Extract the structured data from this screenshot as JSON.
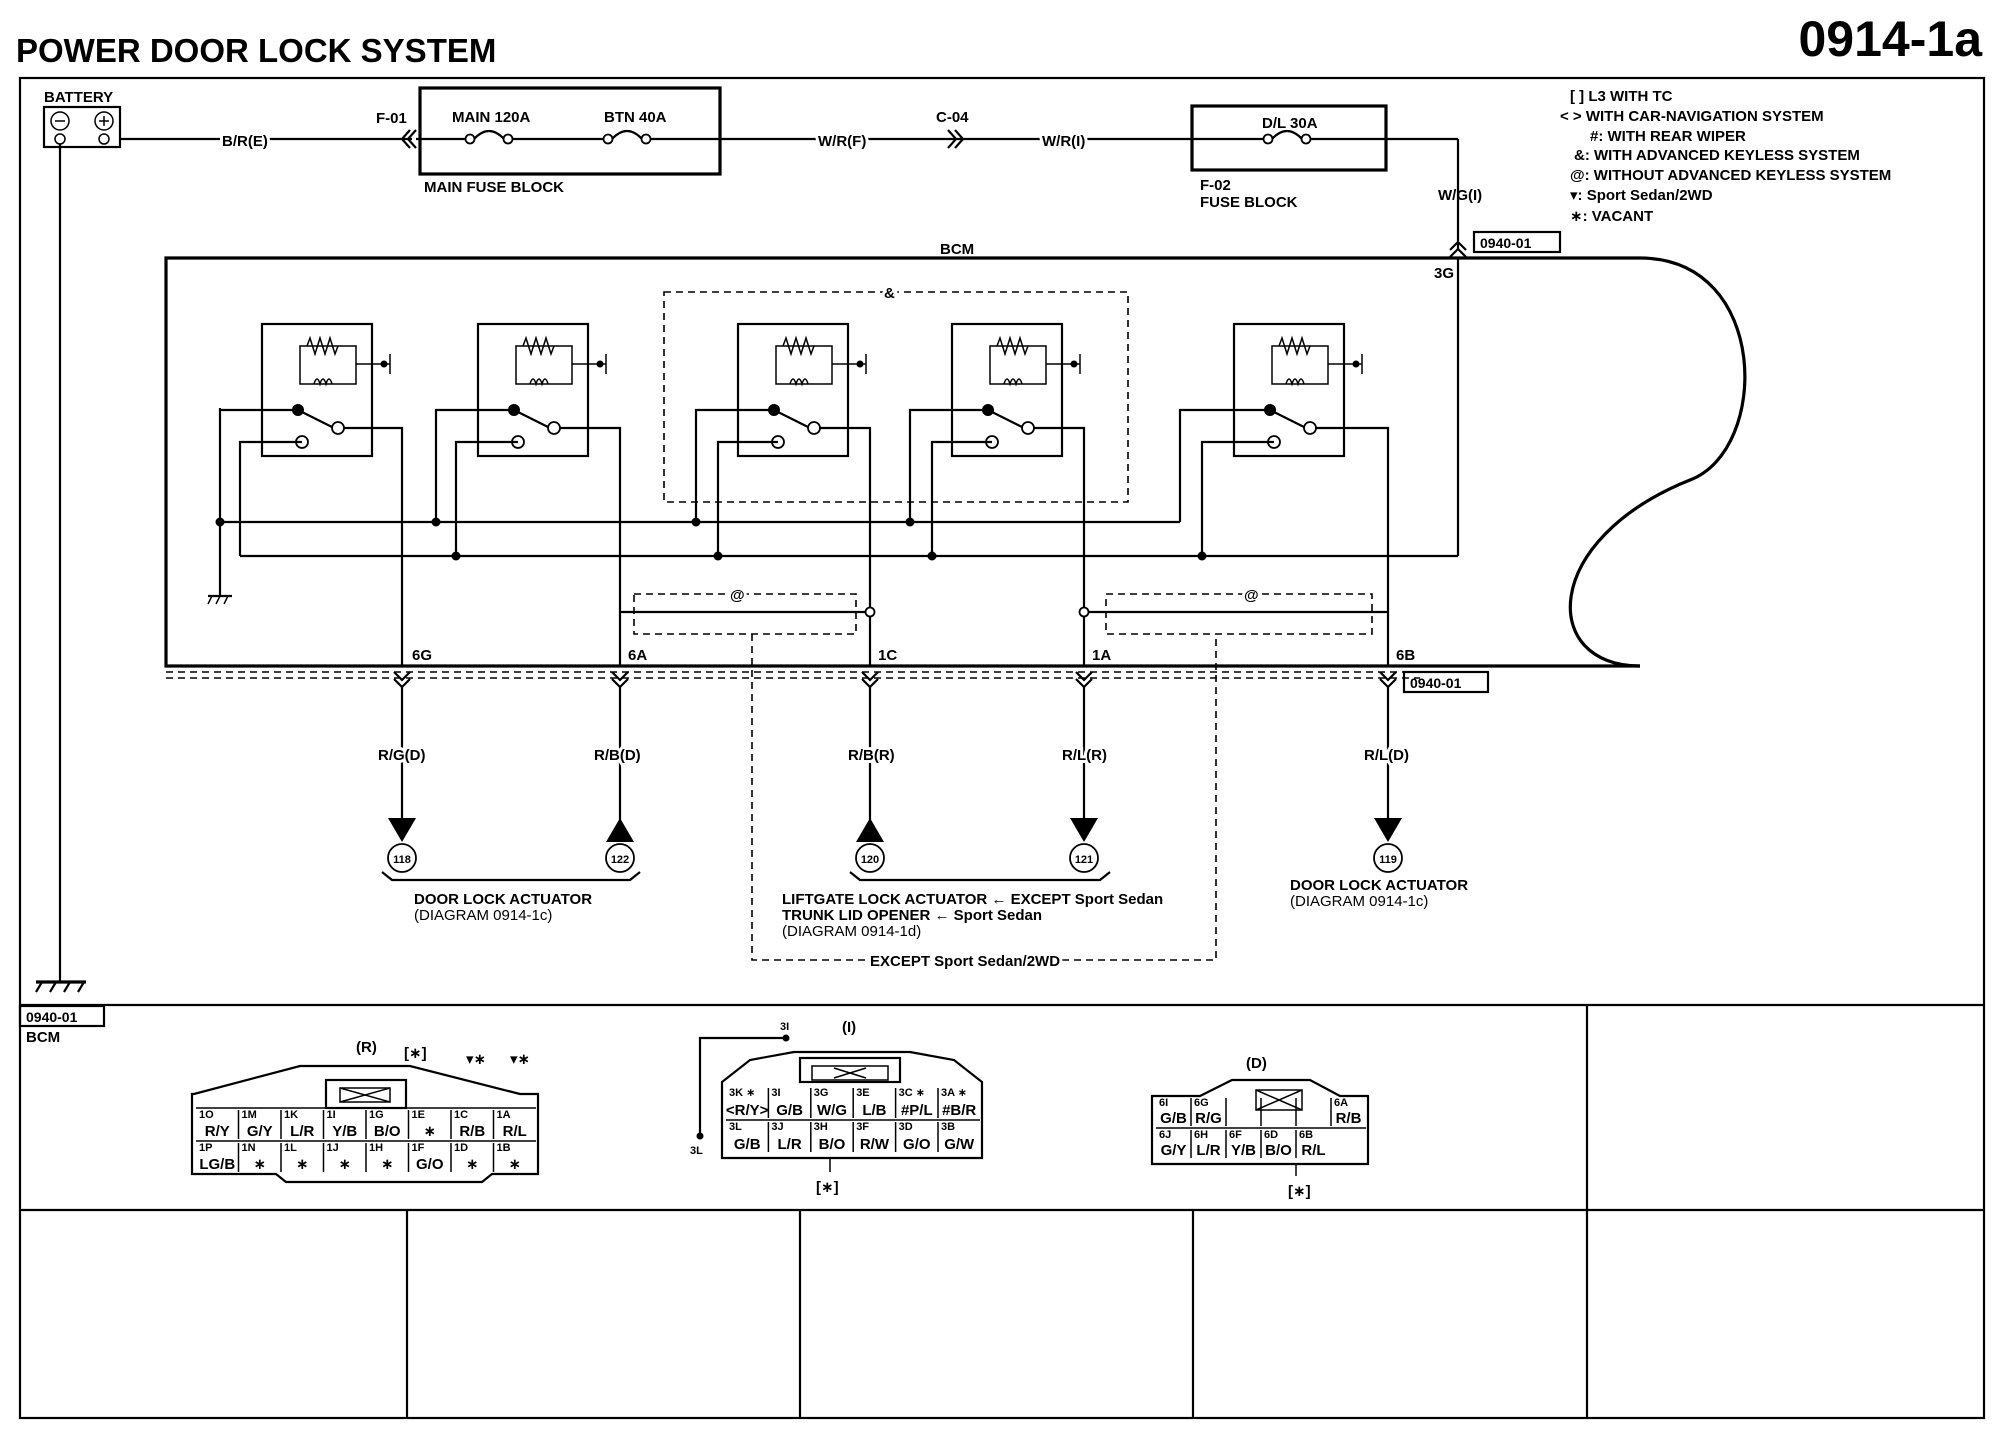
{
  "page": {
    "title": "POWER DOOR LOCK SYSTEM",
    "diagram_code": "0914-1a"
  },
  "legend": [
    "[ ] L3 WITH TC",
    "< > WITH CAR-NAVIGATION SYSTEM",
    "#: WITH REAR WIPER",
    "&: WITH ADVANCED KEYLESS SYSTEM",
    "@: WITHOUT ADVANCED KEYLESS SYSTEM",
    "▾: Sport Sedan/2WD",
    "∗: VACANT"
  ],
  "power": {
    "battery": "BATTERY",
    "wire_battery": "B/R(E)",
    "conn_f01": "F-01",
    "fuse_main": "MAIN 120A",
    "fuse_btn": "BTN 40A",
    "main_fuse_block": "MAIN FUSE BLOCK",
    "wire_wrf": "W/R(F)",
    "conn_c04": "C-04",
    "wire_wri": "W/R(I)",
    "fuse_dl": "D/L 30A",
    "conn_f02": "F-02",
    "fuse_block": "FUSE BLOCK",
    "wire_wgi": "W/G(I)",
    "ref_top": "0940-01",
    "pin_3g": "3G"
  },
  "bcm": {
    "label": "BCM",
    "amp_label": "&",
    "at_label_1": "@",
    "at_label_2": "@",
    "ref_bottom": "0940-01"
  },
  "outputs": [
    {
      "pin": "6G",
      "wire": "R/G(D)",
      "num": "118"
    },
    {
      "pin": "6A",
      "wire": "R/B(D)",
      "num": "122"
    },
    {
      "pin": "1C",
      "wire": "R/B(R)",
      "num": "120"
    },
    {
      "pin": "1A",
      "wire": "R/L(R)",
      "num": "121"
    },
    {
      "pin": "6B",
      "wire": "R/L(D)",
      "num": "119"
    }
  ],
  "actuators": {
    "left_title": "DOOR LOCK ACTUATOR",
    "left_sub": "(DIAGRAM 0914-1c)",
    "mid_line1": "LIFTGATE LOCK ACTUATOR ← EXCEPT Sport Sedan",
    "mid_line2": "TRUNK LID OPENER ← Sport Sedan",
    "mid_sub": "(DIAGRAM 0914-1d)",
    "mid_except": "EXCEPT Sport Sedan/2WD",
    "right_title": "DOOR LOCK ACTUATOR",
    "right_sub": "(DIAGRAM 0914-1c)"
  },
  "connectors": {
    "ref": "0940-01",
    "bcm": "BCM",
    "r": {
      "label": "(R)",
      "tag1": "[∗]",
      "tag2": "▾∗",
      "tag3": "▾∗",
      "row1": [
        [
          "1O",
          "R/Y"
        ],
        [
          "1M",
          "G/Y"
        ],
        [
          "1K",
          "L/R"
        ],
        [
          "1I",
          "Y/B"
        ],
        [
          "1G",
          "B/O"
        ],
        [
          "1E",
          "∗"
        ],
        [
          "1C",
          "R/B"
        ],
        [
          "1A",
          "R/L"
        ]
      ],
      "row2": [
        [
          "1P",
          "LG/B"
        ],
        [
          "1N",
          "∗"
        ],
        [
          "1L",
          "∗"
        ],
        [
          "1J",
          "∗"
        ],
        [
          "1H",
          "∗"
        ],
        [
          "1F",
          "G/O"
        ],
        [
          "1D",
          "∗"
        ],
        [
          "1B",
          "∗"
        ]
      ]
    },
    "i": {
      "label": "(I)",
      "pin_top": "3I",
      "pin_left": "3L",
      "tag_bottom": "[∗]",
      "row1": [
        [
          "3K ∗",
          "<R/Y>"
        ],
        [
          "3I",
          "G/B"
        ],
        [
          "3G",
          "W/G"
        ],
        [
          "3E",
          "L/B"
        ],
        [
          "3C ∗",
          "#P/L"
        ],
        [
          "3A ∗",
          "#B/R"
        ]
      ],
      "row2": [
        [
          "3L",
          "G/B"
        ],
        [
          "3J",
          "L/R"
        ],
        [
          "3H",
          "B/O"
        ],
        [
          "3F",
          "R/W"
        ],
        [
          "3D",
          "G/O"
        ],
        [
          "3B",
          "G/W"
        ]
      ]
    },
    "d": {
      "label": "(D)",
      "tag_bottom": "[∗]",
      "row1": [
        [
          "6I",
          "G/B"
        ],
        [
          "6G",
          "R/G"
        ],
        [
          "",
          ""
        ],
        [
          "",
          ""
        ],
        [
          "",
          ""
        ],
        [
          "6A",
          "R/B"
        ]
      ],
      "row2": [
        [
          "6J",
          "G/Y"
        ],
        [
          "6H",
          "L/R"
        ],
        [
          "6F",
          "Y/B"
        ],
        [
          "6D",
          "B/O"
        ],
        [
          "6B",
          "R/L"
        ]
      ]
    }
  }
}
